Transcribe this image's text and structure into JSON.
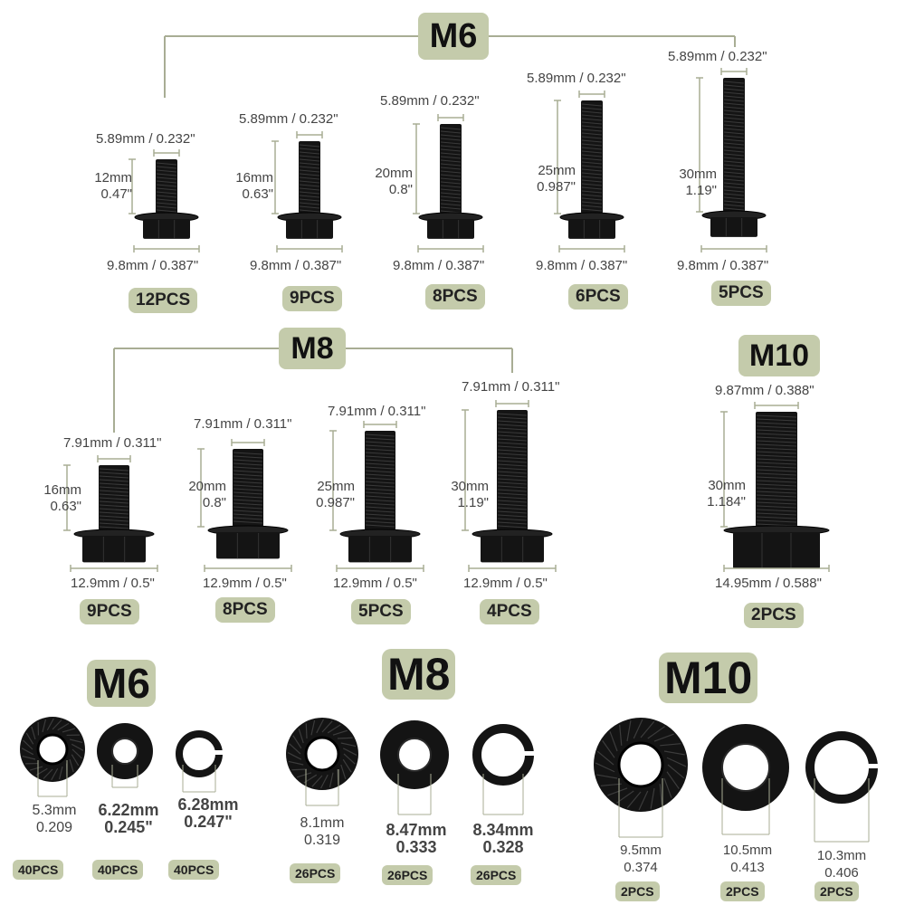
{
  "bolt_sections": {
    "m6": {
      "title": "M6",
      "bolts": [
        {
          "thread": "5.89mm / 0.232\"",
          "length_mm": "12mm",
          "length_in": "0.47\"",
          "flange": "9.8mm / 0.387\"",
          "qty": "12PCS"
        },
        {
          "thread": "5.89mm / 0.232\"",
          "length_mm": "16mm",
          "length_in": "0.63\"",
          "flange": "9.8mm / 0.387\"",
          "qty": "9PCS"
        },
        {
          "thread": "5.89mm / 0.232\"",
          "length_mm": "20mm",
          "length_in": "0.8\"",
          "flange": "9.8mm / 0.387\"",
          "qty": "8PCS"
        },
        {
          "thread": "5.89mm / 0.232\"",
          "length_mm": "25mm",
          "length_in": "0.987\"",
          "flange": "9.8mm / 0.387\"",
          "qty": "6PCS"
        },
        {
          "thread": "5.89mm / 0.232\"",
          "length_mm": "30mm",
          "length_in": "1.19\"",
          "flange": "9.8mm / 0.387\"",
          "qty": "5PCS"
        }
      ]
    },
    "m8": {
      "title": "M8",
      "bolts": [
        {
          "thread": "7.91mm / 0.311\"",
          "length_mm": "16mm",
          "length_in": "0.63\"",
          "flange": "12.9mm / 0.5\"",
          "qty": "9PCS"
        },
        {
          "thread": "7.91mm / 0.311\"",
          "length_mm": "20mm",
          "length_in": "0.8\"",
          "flange": "12.9mm / 0.5\"",
          "qty": "8PCS"
        },
        {
          "thread": "7.91mm / 0.311\"",
          "length_mm": "25mm",
          "length_in": "0.987\"",
          "flange": "12.9mm / 0.5\"",
          "qty": "5PCS"
        },
        {
          "thread": "7.91mm / 0.311\"",
          "length_mm": "30mm",
          "length_in": "1.19\"",
          "flange": "12.9mm / 0.5\"",
          "qty": "4PCS"
        }
      ]
    },
    "m10": {
      "title": "M10",
      "bolts": [
        {
          "thread": "9.87mm / 0.388\"",
          "length_mm": "30mm",
          "length_in": "1.184\"",
          "flange": "14.95mm / 0.588\"",
          "qty": "2PCS"
        }
      ]
    }
  },
  "washer_sections": {
    "m6": {
      "title": "M6",
      "items": [
        {
          "type": "flange nut",
          "mm": "5.3mm",
          "inch": "0.209",
          "qty": "40PCS"
        },
        {
          "type": "flat washer",
          "mm": "6.22mm",
          "inch": "0.245\"",
          "qty": "40PCS"
        },
        {
          "type": "split lock washer",
          "mm": "6.28mm",
          "inch": "0.247\"",
          "qty": "40PCS"
        }
      ]
    },
    "m8": {
      "title": "M8",
      "items": [
        {
          "type": "flange nut",
          "mm": "8.1mm",
          "inch": "0.319",
          "qty": "26PCS"
        },
        {
          "type": "flat washer",
          "mm": "8.47mm",
          "inch": "0.333",
          "qty": "26PCS"
        },
        {
          "type": "split lock washer",
          "mm": "8.34mm",
          "inch": "0.328",
          "qty": "26PCS"
        }
      ]
    },
    "m10": {
      "title": "M10",
      "items": [
        {
          "type": "flange nut",
          "mm": "9.5mm",
          "inch": "0.374",
          "qty": "2PCS"
        },
        {
          "type": "flat washer",
          "mm": "10.5mm",
          "inch": "0.413",
          "qty": "2PCS"
        },
        {
          "type": "split lock washer",
          "mm": "10.3mm",
          "inch": "0.406",
          "qty": "2PCS"
        }
      ]
    }
  },
  "colors": {
    "badge": "#c4cbab",
    "line": "#a8ad94",
    "metal": "#141414"
  }
}
